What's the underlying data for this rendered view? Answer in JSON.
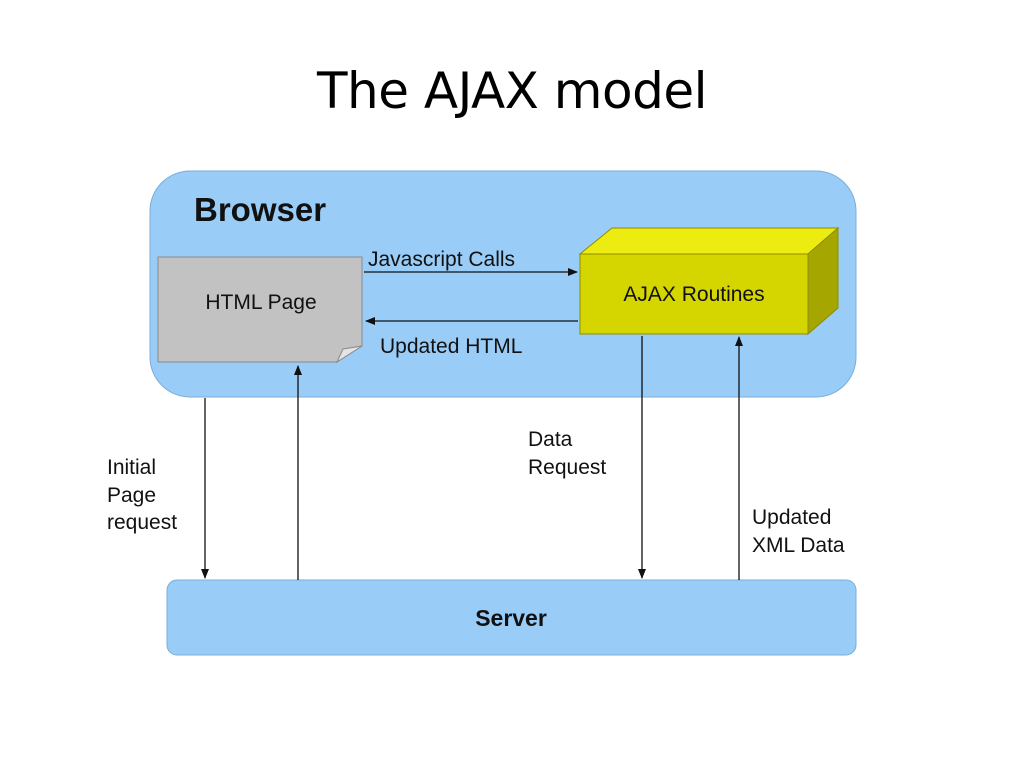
{
  "title": "The AJAX model",
  "browser": {
    "label": "Browser",
    "html_page": "HTML Page",
    "ajax_routines": "AJAX Routines",
    "call_label": "Javascript Calls",
    "update_label": "Updated HTML"
  },
  "server": {
    "label": "Server"
  },
  "flows": {
    "initial_request": [
      "Initial",
      "Page",
      "request"
    ],
    "data_request": [
      "Data",
      "Request"
    ],
    "updated_xml": [
      "Updated",
      "XML Data"
    ]
  },
  "colors": {
    "browser_fill": "#99ccf7",
    "server_fill": "#99ccf7",
    "html_page_fill": "#c2c2c2",
    "ajax_box_fill": "#d5d500",
    "ajax_box_top": "#ecec10",
    "ajax_box_side": "#a6a600"
  }
}
